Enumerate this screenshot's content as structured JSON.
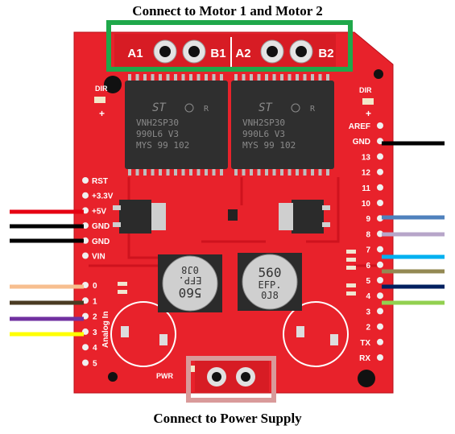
{
  "captions": {
    "top": "Connect to Motor 1 and Motor 2",
    "bottom": "Connect to Power Supply"
  },
  "motor_terminal_labels": [
    "A1",
    "B1",
    "A2",
    "B2"
  ],
  "power_label": "PWR",
  "left_header_labels": [
    "RST",
    "+3.3V",
    "+5V",
    "GND",
    "GND",
    "VIN"
  ],
  "analog_labels": [
    "0",
    "1",
    "2",
    "3",
    "4",
    "5"
  ],
  "analog_title": "Analog In",
  "right_header_labels": [
    "AREF",
    "GND",
    "13",
    "12",
    "11",
    "10",
    "9",
    "8",
    "7",
    "6",
    "5",
    "4",
    "3",
    "2",
    "TX",
    "RX"
  ],
  "dir_labels": [
    "DIR",
    "DIR"
  ],
  "dir_sign": "+",
  "chips": [
    {
      "line1": "VNH2SP30",
      "line2": "990L6 V3",
      "line3": "MYS 99 102",
      "brand": "ST",
      "mark": "R"
    },
    {
      "line1": "VNH2SP30",
      "line2": "990L6 V3",
      "line3": "MYS 99 102",
      "brand": "ST",
      "mark": "R"
    }
  ],
  "capacitors": [
    {
      "value": "560",
      "type": "EFP.",
      "code": "0J8"
    },
    {
      "value": "560",
      "type": "EFP.",
      "code": "0J8"
    }
  ],
  "colors": {
    "board": "#e8222b",
    "green_box": "#1fa84a",
    "power_box": "#d99a9a"
  },
  "wires_left": [
    {
      "pin": "+5V",
      "color": "#e60012"
    },
    {
      "pin": "GND",
      "color": "#000000"
    },
    {
      "pin": "GND",
      "color": "#000000"
    },
    {
      "pin": "0",
      "color": "#f7be8f"
    },
    {
      "pin": "1",
      "color": "#4a3b22"
    },
    {
      "pin": "2",
      "color": "#7030a0"
    },
    {
      "pin": "3",
      "color": "#ffff00"
    }
  ],
  "wires_right": [
    {
      "pin": "GND",
      "color": "#000000"
    },
    {
      "pin": "9",
      "color": "#4f81bd"
    },
    {
      "pin": "8",
      "color": "#b7a5c9"
    },
    {
      "pin": "7",
      "color": "#00b0f0"
    },
    {
      "pin": "6",
      "color": "#938953"
    },
    {
      "pin": "5",
      "color": "#002060"
    },
    {
      "pin": "4",
      "color": "#92d050"
    }
  ]
}
